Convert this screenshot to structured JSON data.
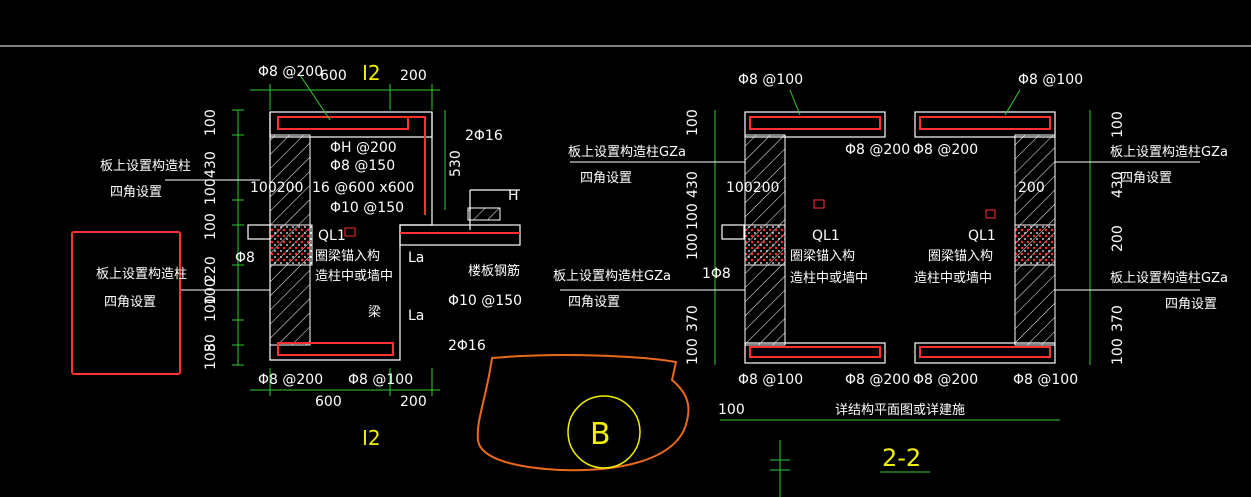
{
  "colors": {
    "background": "#000000",
    "dim": "#33cc33",
    "rebar": "#ff3030",
    "text": "#ffffff",
    "label": "#f0f000",
    "highlight_box": "#ff3030",
    "annotation": "#e86a1a"
  },
  "left": {
    "rebar_top": "Φ8 @200",
    "dim_top_600": "600",
    "grid_label": "I2",
    "dim_top_200": "200",
    "rebar_2phi16_top": "2Φ16",
    "phi8_200_inner": "ΦH @200",
    "phi8_150": "Φ8 @150",
    "phi10_150_top": "Φ10 @150",
    "phi10_150_right": "Φ10 @150",
    "dim_530": "530",
    "dim_100200": "100200",
    "dim_16600": "16 @600 x600",
    "H_label": "H",
    "ql1": "QL1",
    "La_top": "La",
    "La_bottom": "La",
    "phi8_side": "Φ8",
    "note_anchor": "圈梁锚入构",
    "note_anchor2": "造柱中或墙中",
    "note_beam": "梁",
    "slab_rebar": "楼板钢筋",
    "rebar_2phi16_bottom": "2Φ16",
    "bottom_phi8_200": "Φ8 @200",
    "bottom_phi8_100": "Φ8 @100",
    "dim_bottom_600": "600",
    "dim_bottom_200": "200",
    "grid_label_bottom": "I2",
    "left_dims": [
      "100",
      "430",
      "100",
      "100",
      "220",
      "100",
      "105",
      "80",
      "100"
    ]
  },
  "side_note_1": "板上设置构造柱",
  "side_note_2": "四角设置",
  "boxed_note_1": "板上设置构造柱",
  "boxed_note_2": "四角设置",
  "circle_label": "B",
  "right": {
    "top_left_rebar": "Φ8 @100",
    "top_right_rebar": "Φ8 @100",
    "mid_rebar_1": "Φ8 @200",
    "mid_rebar_2": "Φ8 @200",
    "left_note_1": "板上设置构造柱GZa",
    "left_note_2": "四角设置",
    "left_note_3": "板上设置构造柱GZa",
    "left_note_4": "四角设置",
    "right_note_1": "板上设置构造柱GZa",
    "right_note_2": "四角设置",
    "right_note_3": "板上设置构造柱GZa",
    "right_note_4": "四角设置",
    "ql1_left": "QL1",
    "ql1_right": "QL1",
    "anchor_left_1": "圈梁锚入构",
    "anchor_left_2": "造柱中或墙中",
    "anchor_right_1": "圈梁锚入构",
    "anchor_right_2": "造柱中或墙中",
    "dim_100200": "100200",
    "dim_200": "200",
    "phi8_side": "1Φ8",
    "bottom_1": "Φ8 @100",
    "bottom_2": "Φ8 @200",
    "bottom_3": "Φ8 @200",
    "bottom_4": "Φ8 @100",
    "dim_100": "100",
    "bottom_note": "详结构平面图或详建施",
    "section_label": "2-2",
    "left_dims": [
      "100",
      "430",
      "100",
      "100",
      "370",
      "100"
    ],
    "right_dims": [
      "100",
      "430",
      "200",
      "370",
      "100"
    ]
  }
}
